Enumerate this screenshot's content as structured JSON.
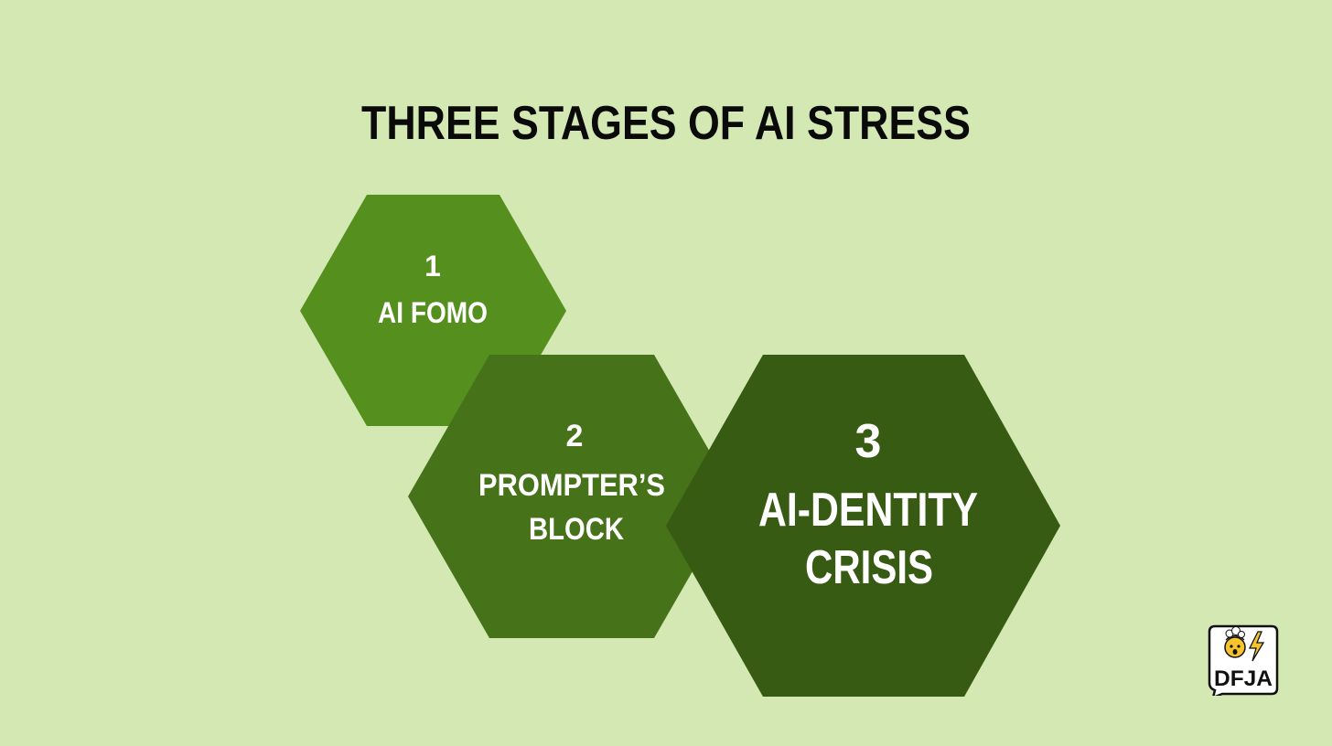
{
  "title": "THREE STAGES OF AI STRESS",
  "stages": [
    {
      "number": "1",
      "lines": [
        "AI FOMO"
      ],
      "color": "#55901f"
    },
    {
      "number": "2",
      "lines": [
        "PROMPTER’S",
        "BLOCK"
      ],
      "color": "#467219"
    },
    {
      "number": "3",
      "lines": [
        "AI-DENTITY",
        "CRISIS"
      ],
      "color": "#375b13"
    }
  ],
  "logo": {
    "text": "DFJA",
    "icon": "mind-blown-emoji-lightning-icon"
  },
  "colors": {
    "background": "#d3e8b2",
    "title": "#0a0a0a"
  }
}
